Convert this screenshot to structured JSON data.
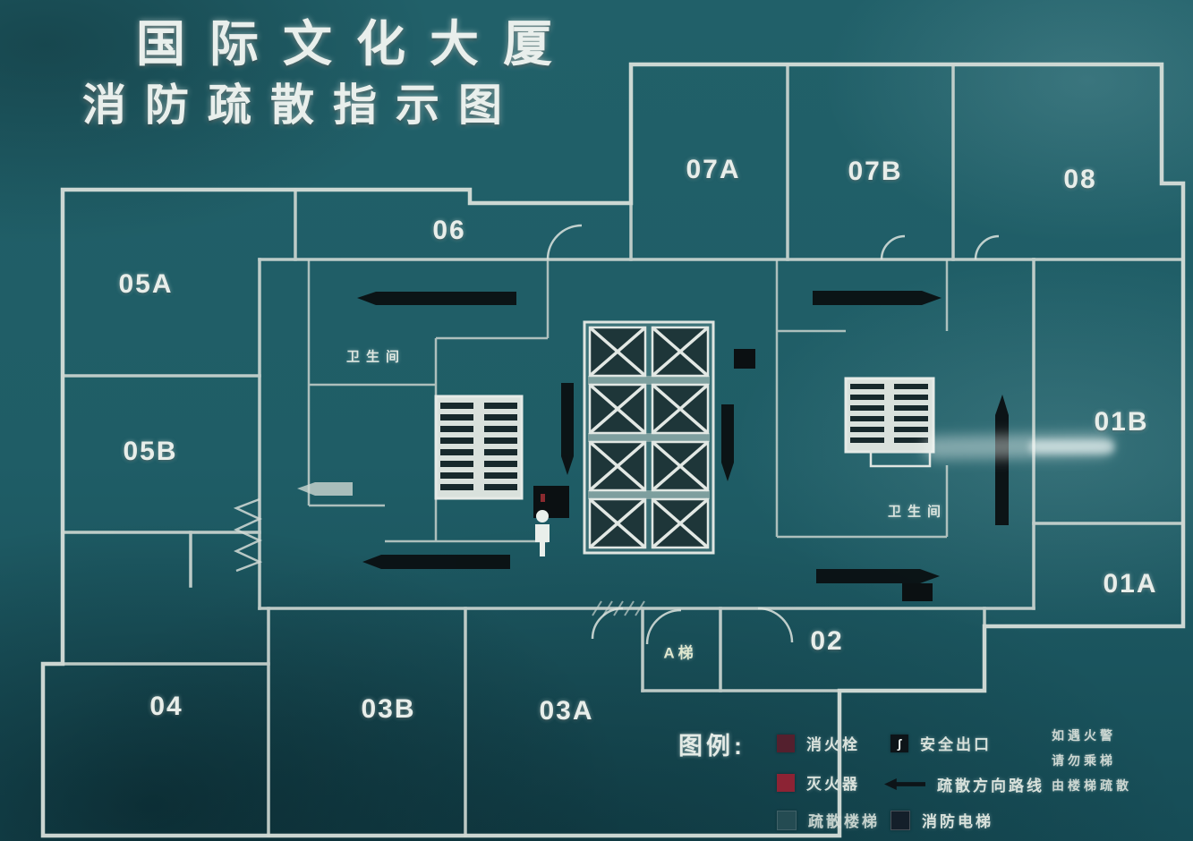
{
  "title": {
    "line1": "国际文化大厦",
    "line2": "消防疏散指示图"
  },
  "rooms": [
    {
      "label": "05A"
    },
    {
      "label": "05B"
    },
    {
      "label": "06"
    },
    {
      "label": "07A"
    },
    {
      "label": "07B"
    },
    {
      "label": "08"
    },
    {
      "label": "01B"
    },
    {
      "label": "01A"
    },
    {
      "label": "02"
    },
    {
      "label": "04"
    },
    {
      "label": "03B"
    },
    {
      "label": "03A"
    }
  ],
  "plan_labels": [
    {
      "label": "卫生间"
    },
    {
      "label": "卫生间"
    },
    {
      "label": "A梯"
    }
  ],
  "legend": {
    "title": "图例:",
    "items": [
      {
        "icon": "fire-hydrant-swatch",
        "label": "消火栓",
        "color": "#54202e"
      },
      {
        "icon": "fire-extinguisher-swatch",
        "label": "灭火器",
        "color": "#8c2334"
      },
      {
        "icon": "evac-stair-swatch",
        "label": "疏散楼梯",
        "color": "#2b4f55"
      },
      {
        "icon": "safety-exit-sign",
        "label": "安全出口",
        "color": "#0d1418",
        "glyph": "ʃ"
      },
      {
        "icon": "evac-direction-arrow",
        "label": "疏散方向路线",
        "color": "#0d1418"
      },
      {
        "icon": "fire-elevator-swatch",
        "label": "消防电梯",
        "color": "#141f2a"
      }
    ]
  },
  "note": {
    "lines": [
      "如遇火警",
      "请勿乘梯",
      "由楼梯疏散"
    ]
  },
  "floor_plan": {
    "elevator_shafts": 8,
    "stairwells": 2,
    "current_location_marker": "person-figure"
  },
  "colors": {
    "background": "#1f5d66",
    "wall": "#d5ddd8",
    "arrow": "#0b1012",
    "label_text": "#e8eeea"
  }
}
